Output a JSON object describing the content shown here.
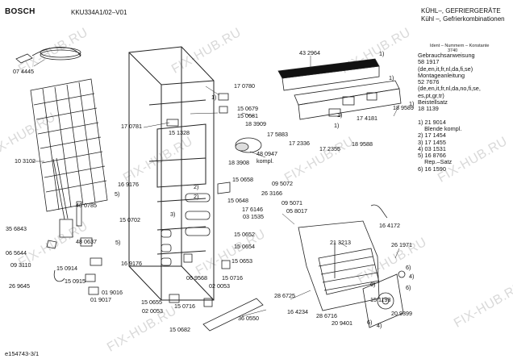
{
  "header": {
    "brand": "BOSCH",
    "model": "KKU334A1/02–V01",
    "title_line1": "KÜHL–, GEFRIERGERÄTE",
    "title_line2": "Kühl –, Gefrierkombinationen"
  },
  "sidebar": {
    "ident_line1": "Ident – Nummern – Konstante",
    "ident_line2": "3740",
    "lines": [
      "Gebrauchsanweisung",
      "58 1917",
      "(de,en,it,fr,nl,da,fi,se)",
      "Montageanleitung",
      "52 7676",
      "(de,en,it,fr,nl,da,no,fi,se,",
      "es,pt,gr,tr)",
      "Beistellsatz",
      "18 1139",
      "",
      "1) 21 9014",
      "    Blende kompl.",
      "2) 17 1454",
      "3) 17 1455",
      "4) 03 1531",
      "5) 16 8766",
      "    Rep.–Satz",
      "6) 16 1590"
    ]
  },
  "footer": {
    "drawing_id": "e154743-3/1"
  },
  "watermark": "FIX-HUB.RU",
  "parts": [
    {
      "text": "07 4445"
    },
    {
      "text": "10 3102"
    },
    {
      "text": "35 6843"
    },
    {
      "text": "06 5644"
    },
    {
      "text": "09 3110"
    },
    {
      "text": "26 9645"
    },
    {
      "text": "48 0785"
    },
    {
      "text": "48 0637"
    },
    {
      "text": "15 0914"
    },
    {
      "text": "15 0915"
    },
    {
      "text": "01 9016"
    },
    {
      "text": "01 9017"
    },
    {
      "text": "17 0781"
    },
    {
      "text": "15 1328"
    },
    {
      "text": "16 9176"
    },
    {
      "text": "15 0702"
    },
    {
      "text": "16 9176"
    },
    {
      "text": "06 9568"
    },
    {
      "text": "02 0053"
    },
    {
      "text": "02 0053"
    },
    {
      "text": "15 0655"
    },
    {
      "text": "15 0716"
    },
    {
      "text": "15 0682"
    },
    {
      "text": "36 0550"
    },
    {
      "text": "15 0716"
    },
    {
      "text": "15 0653"
    },
    {
      "text": "15 0654"
    },
    {
      "text": "15 0652"
    },
    {
      "text": "15 0658"
    },
    {
      "text": "15 0648"
    },
    {
      "text": "17 6146"
    },
    {
      "text": "17 0780"
    },
    {
      "text": "15 0679"
    },
    {
      "text": "15 0681"
    },
    {
      "text": "18 3909"
    },
    {
      "text": "48 0947"
    },
    {
      "text": "kompl."
    },
    {
      "text": "18 3908"
    },
    {
      "text": "43 2964"
    },
    {
      "text": "17 5883"
    },
    {
      "text": "17 2336"
    },
    {
      "text": "17 2355"
    },
    {
      "text": "18 9588"
    },
    {
      "text": "17 4181"
    },
    {
      "text": "18 9589"
    },
    {
      "text": "09 5072"
    },
    {
      "text": "26 3166"
    },
    {
      "text": "03 1535"
    },
    {
      "text": "09 5071"
    },
    {
      "text": "05 8017"
    },
    {
      "text": "16 4172"
    },
    {
      "text": "21 3213"
    },
    {
      "text": "26 1971"
    },
    {
      "text": "28 6725"
    },
    {
      "text": "16 4234"
    },
    {
      "text": "28 6716"
    },
    {
      "text": "20 9401"
    },
    {
      "text": "15 1193"
    },
    {
      "text": "20 9399"
    },
    {
      "text": "1)"
    },
    {
      "text": "1)"
    },
    {
      "text": "1)"
    },
    {
      "text": "1)"
    },
    {
      "text": "1)"
    },
    {
      "text": "1)"
    },
    {
      "text": "2)"
    },
    {
      "text": "2)"
    },
    {
      "text": "3)"
    },
    {
      "text": "5)"
    },
    {
      "text": "5)"
    },
    {
      "text": "6)"
    },
    {
      "text": "6)"
    },
    {
      "text": "4)"
    },
    {
      "text": "4)"
    },
    {
      "text": "6)"
    },
    {
      "text": "6)"
    }
  ]
}
